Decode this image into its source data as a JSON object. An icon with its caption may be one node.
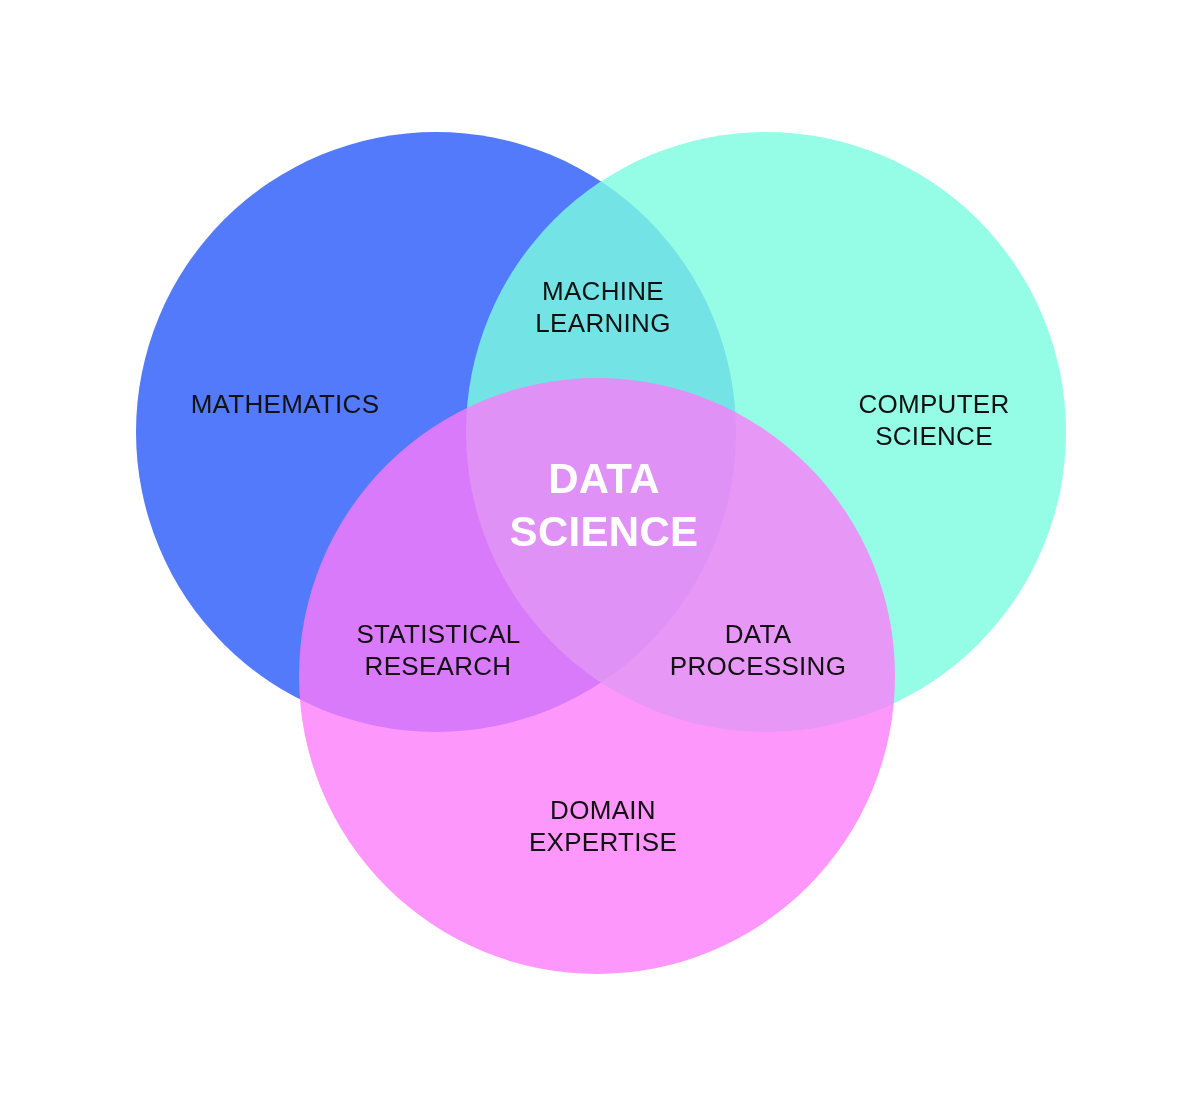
{
  "diagram": {
    "nodes": [
      {
        "text": [
          "MATHEMATICS"
        ]
      },
      {
        "text": [
          "COMPUTER SCIENCE"
        ]
      },
      {
        "text": [
          "DOMAIN EXPERTISE"
        ]
      }
    ],
    "labels": [
      "MACHINE LEARNING",
      "DATA SCIENCE",
      "STATISTICAL RESEARCH",
      "DATA PROCESSING"
    ]
  }
}
